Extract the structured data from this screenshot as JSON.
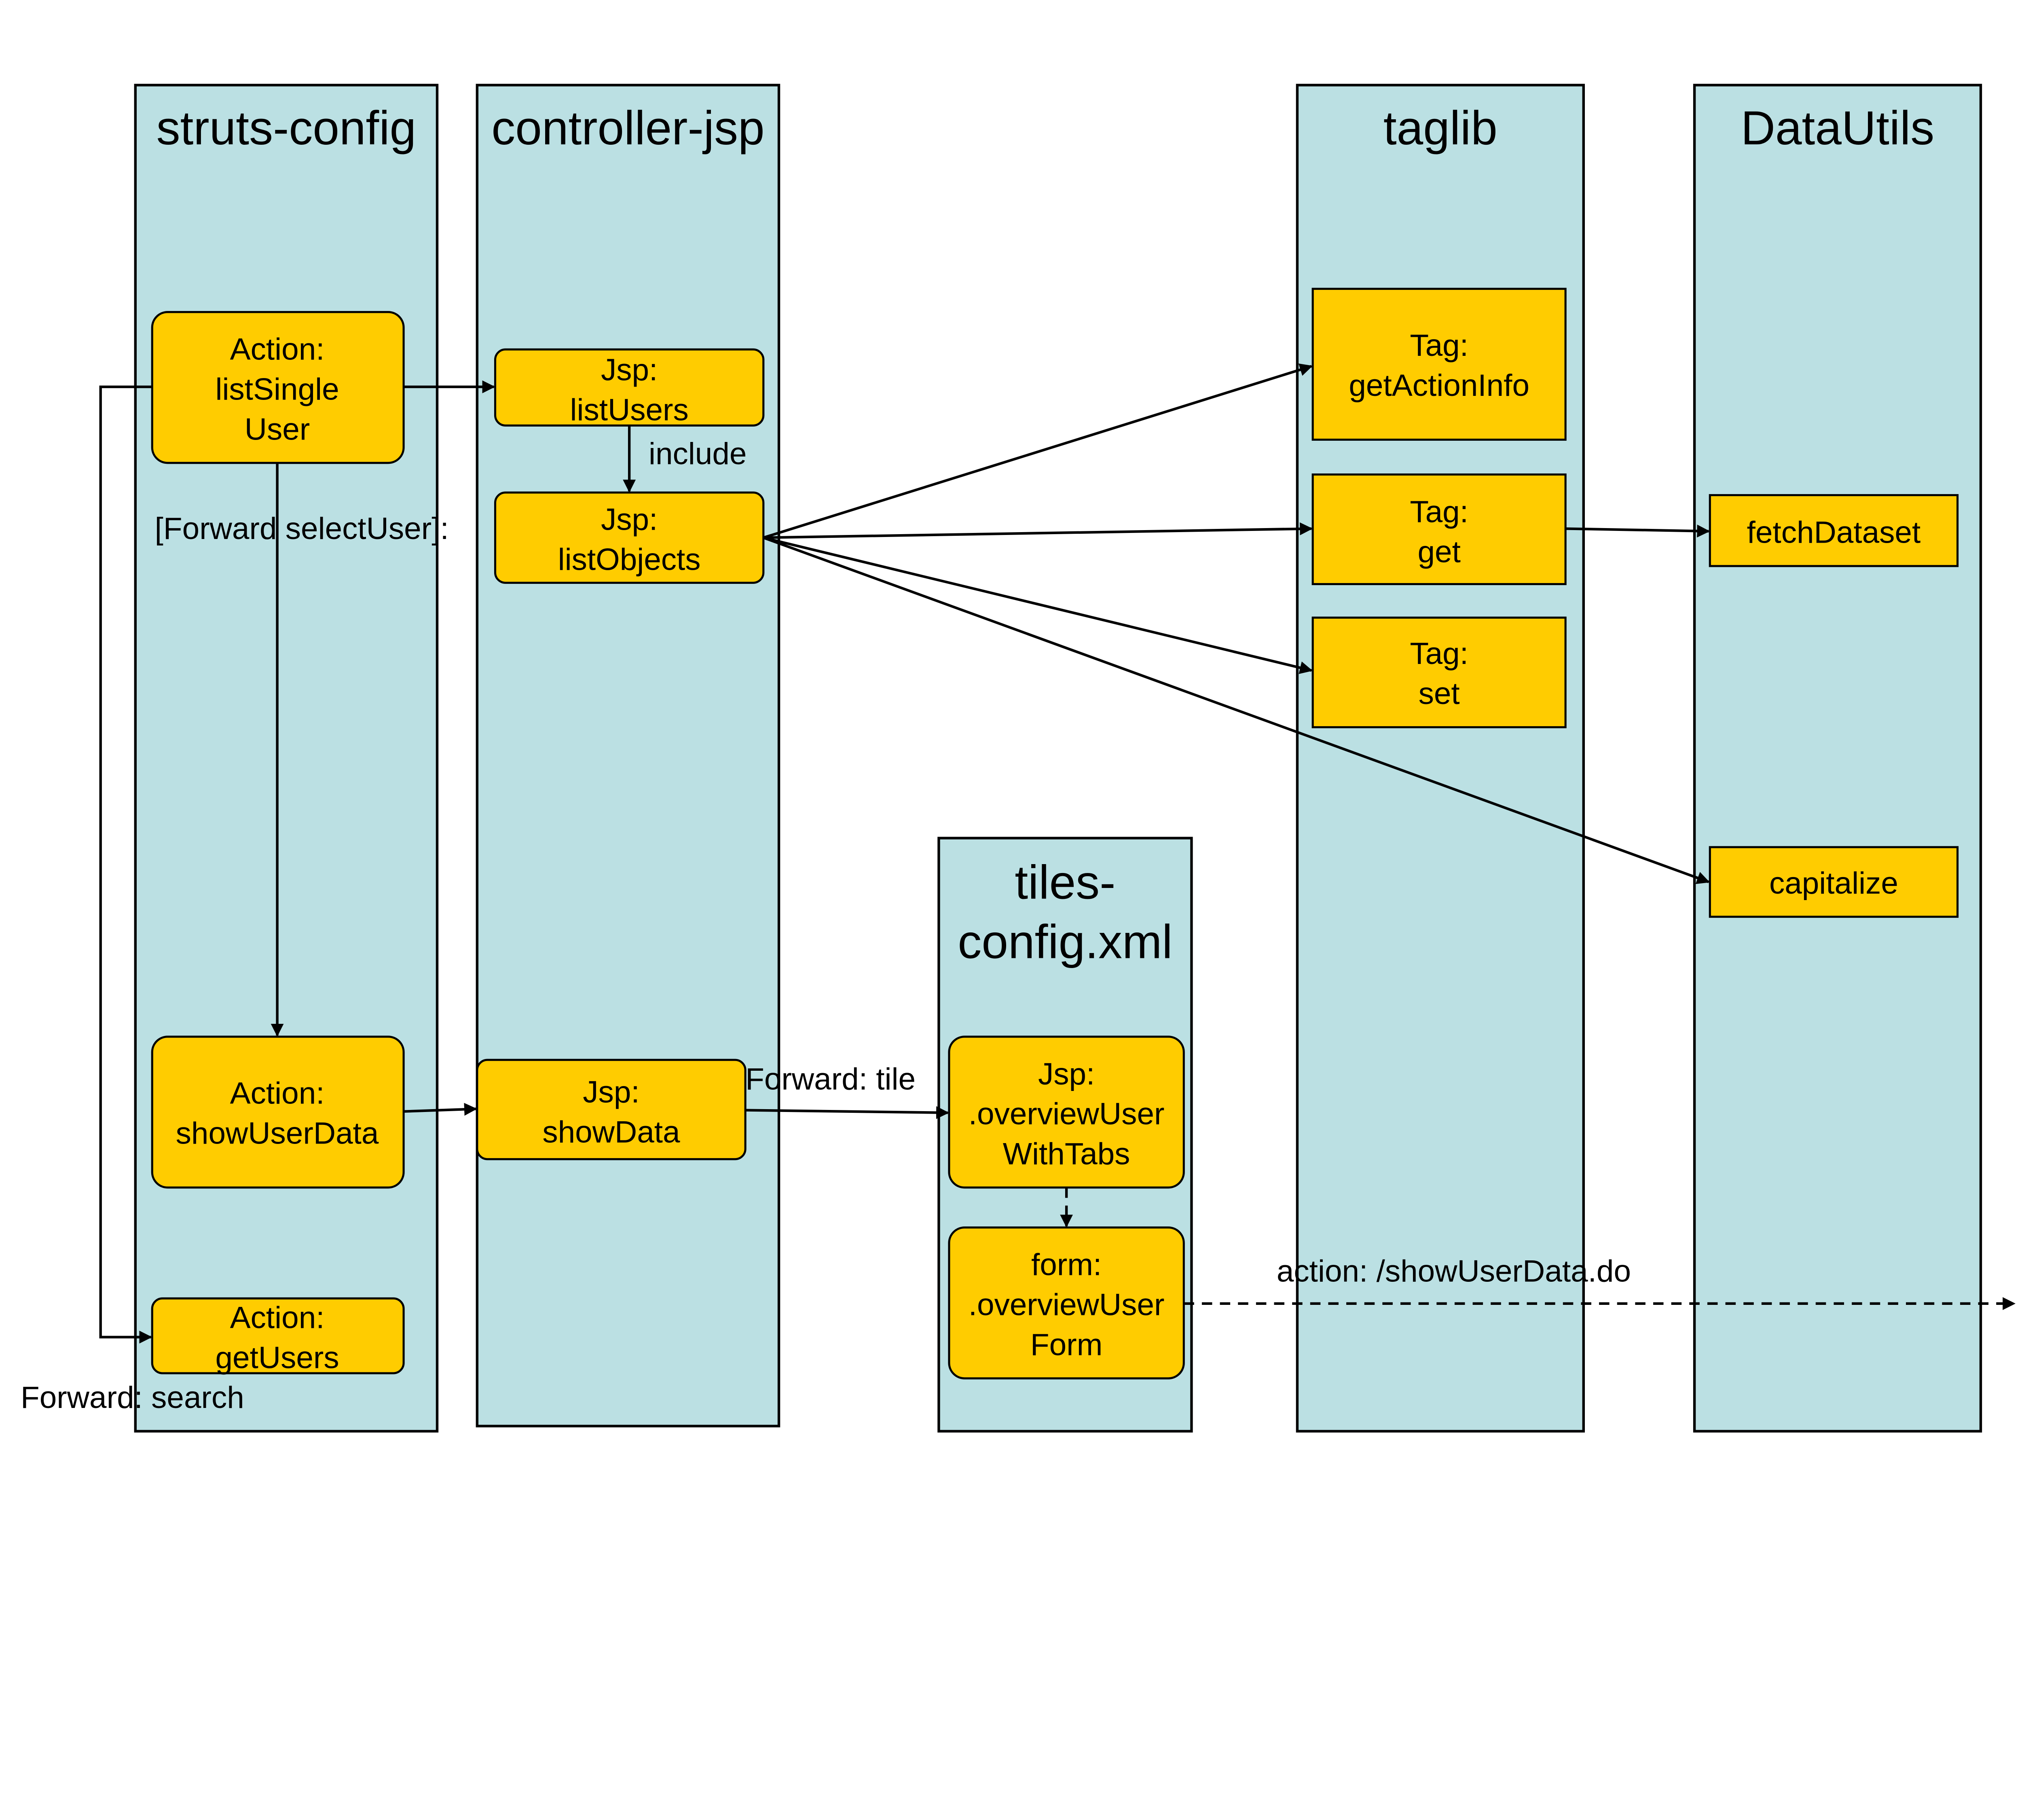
{
  "colors": {
    "lane": "#BBE0E3",
    "box": "#FFCC00",
    "line": "#000000"
  },
  "lanes": {
    "struts": "struts-config",
    "controller": "controller-jsp",
    "tiles": [
      "tiles-",
      "config.xml"
    ],
    "taglib": "taglib",
    "datautils": "DataUtils"
  },
  "boxes": {
    "listSingleUser": [
      "Action:",
      "listSingle",
      "User"
    ],
    "listUsers": [
      "Jsp:",
      "listUsers"
    ],
    "listObjects": [
      "Jsp:",
      "listObjects"
    ],
    "showUserData": [
      "Action:",
      "showUserData"
    ],
    "showData": [
      "Jsp:",
      "showData"
    ],
    "getUsers": [
      "Action:",
      "getUsers"
    ],
    "getActionInfo": [
      "Tag:",
      "getActionInfo"
    ],
    "tagGet": [
      "Tag:",
      "get"
    ],
    "tagSet": [
      "Tag:",
      "set"
    ],
    "fetchDataset": [
      "fetchDataset"
    ],
    "capitalize": [
      "capitalize"
    ],
    "overviewUserWithTabs": [
      "Jsp:",
      ".overviewUser",
      "WithTabs"
    ],
    "overviewUserForm": [
      "form:",
      ".overviewUser",
      "Form"
    ]
  },
  "labels": {
    "include": "include",
    "forwardSelectUser": "[Forward selectUser]:",
    "forwardTile": "Forward: tile",
    "actionShowUserData": "action: /showUserData.do",
    "forwardSearch": "Forward: search"
  }
}
